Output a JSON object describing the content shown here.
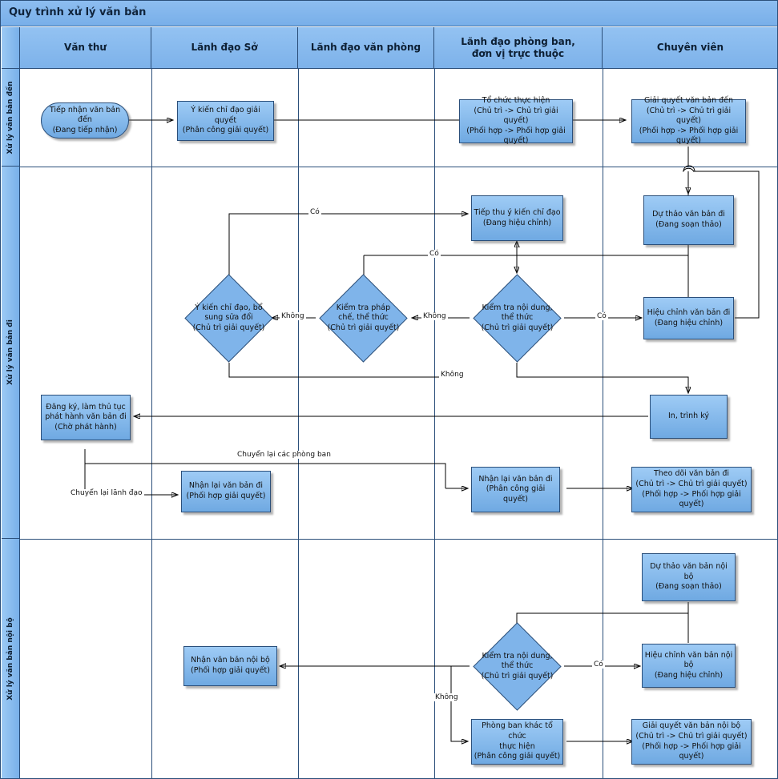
{
  "title": "Quy trình xử lý văn bản",
  "columns": [
    {
      "id": "van-thu",
      "label": "Văn thư"
    },
    {
      "id": "lanh-dao-so",
      "label": "Lãnh đạo Sở"
    },
    {
      "id": "lanh-dao-van-phong",
      "label": "Lãnh đạo văn phòng"
    },
    {
      "id": "lanh-dao-phong-ban",
      "label": "Lãnh đạo phòng ban,\ndơn vị trực thuộc"
    },
    {
      "id": "chuyen-vien",
      "label": "Chuyên viên"
    }
  ],
  "column_labels_line1": [
    "Văn thư",
    "Lãnh đạo Sở",
    "Lãnh đạo văn phòng",
    "Lãnh đạo phòng ban,",
    "Chuyên viên"
  ],
  "column_labels_line2": [
    "",
    "",
    "",
    "đơn vị trực thuộc",
    ""
  ],
  "bands": [
    {
      "id": "van-ban-den",
      "label": "Xử lý văn bản đến"
    },
    {
      "id": "van-ban-di",
      "label": "Xử lý văn bản đi"
    },
    {
      "id": "van-ban-noi-bo",
      "label": "Xử lý văn bản nội bộ"
    }
  ],
  "nodes": [
    {
      "id": "tiep-nhan-van-ban-den",
      "shape": "terminator",
      "lines": [
        "Tiếp nhận văn bản đến",
        "(Đang tiếp nhận)"
      ]
    },
    {
      "id": "y-kien-chi-dao-giai-quyet",
      "shape": "process",
      "lines": [
        "Ý kiến chỉ đạo giải quyết",
        "(Phân công giải quyết)"
      ]
    },
    {
      "id": "to-chuc-thuc-hien",
      "shape": "process",
      "lines": [
        "Tổ chức thực hiện",
        "(Chủ trì -> Chủ trì giải quyết)",
        "(Phối hợp -> Phối hợp giải quyết)"
      ]
    },
    {
      "id": "giai-quyet-van-ban-den",
      "shape": "process",
      "lines": [
        "Giải quyết văn bản đến",
        "(Chủ trì -> Chủ trì giải quyết)",
        "(Phối hợp -> Phối hợp giải quyết)"
      ]
    },
    {
      "id": "tiep-thu-y-kien-chi-dao",
      "shape": "process",
      "lines": [
        "Tiếp thu ý kiến chỉ đạo",
        "(Đang hiệu chỉnh)"
      ]
    },
    {
      "id": "du-thao-van-ban-di",
      "shape": "process",
      "lines": [
        "Dự thảo văn bản đi",
        "(Đang soạn thảo)"
      ]
    },
    {
      "id": "y-kien-chi-dao-bo-sung-sua-doi",
      "shape": "decision",
      "lines": [
        "Ý kiến chỉ đạo, bổ",
        "sung sửa đổi",
        "(Chủ trì giải quyết)"
      ]
    },
    {
      "id": "kiem-tra-phap-che-the-thuc",
      "shape": "decision",
      "lines": [
        "Kiểm tra pháp",
        "chế, thể thức",
        "(Chủ trì giải quyết)"
      ]
    },
    {
      "id": "kiem-tra-noi-dung-the-thuc",
      "shape": "decision",
      "lines": [
        "Kiểm tra nội dung,",
        "thể thức",
        "(Chủ trì giải quyết)"
      ]
    },
    {
      "id": "hieu-chinh-van-ban-di",
      "shape": "process",
      "lines": [
        "Hiệu chỉnh văn bản đi",
        "(Đang hiệu chỉnh)"
      ]
    },
    {
      "id": "dang-ky-lam-thu-tuc-phat-hanh",
      "shape": "process",
      "lines": [
        "Đăng ký, làm thủ tục",
        "phát hành văn bản đi",
        "(Chờ phát hành)"
      ]
    },
    {
      "id": "in-trinh-ky",
      "shape": "process",
      "lines": [
        "In, trình ký"
      ]
    },
    {
      "id": "nhan-lai-van-ban-di-phoi-hop",
      "shape": "process",
      "lines": [
        "Nhận lại văn bản đi",
        "(Phối hợp giải quyết)"
      ]
    },
    {
      "id": "nhan-lai-van-ban-di-phan-cong",
      "shape": "process",
      "lines": [
        "Nhận lại văn bản đi",
        "(Phân công giải quyết)"
      ]
    },
    {
      "id": "theo-doi-van-ban-di",
      "shape": "process",
      "lines": [
        "Theo dõi văn bản đi",
        "(Chủ trì -> Chủ trì giải quyết)",
        "(Phối hợp -> Phối hợp giải quyết)"
      ]
    },
    {
      "id": "du-thao-van-ban-noi-bo",
      "shape": "process",
      "lines": [
        "Dự thảo văn bản nội bộ",
        "(Đang soạn thảo)"
      ]
    },
    {
      "id": "nhan-van-ban-noi-bo",
      "shape": "process",
      "lines": [
        "Nhận văn bản nội bộ",
        "(Phối hợp giải quyết)"
      ]
    },
    {
      "id": "kiem-tra-noi-dung-the-thuc-nb",
      "shape": "decision",
      "lines": [
        "Kiểm tra nội dung,",
        "thể thức",
        "(Chủ trì giải quyết)"
      ]
    },
    {
      "id": "hieu-chinh-van-ban-noi-bo",
      "shape": "process",
      "lines": [
        "Hiệu chỉnh văn bản nội bộ",
        "(Đang hiệu chỉnh)"
      ]
    },
    {
      "id": "phong-ban-khac-to-chuc-thuc-hien",
      "shape": "process",
      "lines": [
        "Phòng ban khác tổ chức",
        "thực hiện",
        "(Phân công giải quyết)"
      ]
    },
    {
      "id": "giai-quyet-van-ban-noi-bo",
      "shape": "process",
      "lines": [
        "Giải quyết văn bản nội bộ",
        "(Chủ trì -> Chủ trì giải quyết)",
        "(Phối hợp -> Phối hợp giải quyết)"
      ]
    }
  ],
  "edge_labels": {
    "co_1": "Có",
    "co_2": "Có",
    "co_3": "Có",
    "co_4": "Có",
    "khong_1": "Không",
    "khong_2": "Không",
    "khong_3": "Không",
    "khong_4": "Không",
    "chuyen_lai_cac_phong_ban": "Chuyển lại các phòng ban",
    "chuyen_lai_lanh_dao": "Chuyển lại lãnh đạo"
  },
  "colors": {
    "header_blue": "#82B7EC",
    "node_fill": "#7FB4EA",
    "border": "#2B4F7A",
    "line": "#000000"
  }
}
